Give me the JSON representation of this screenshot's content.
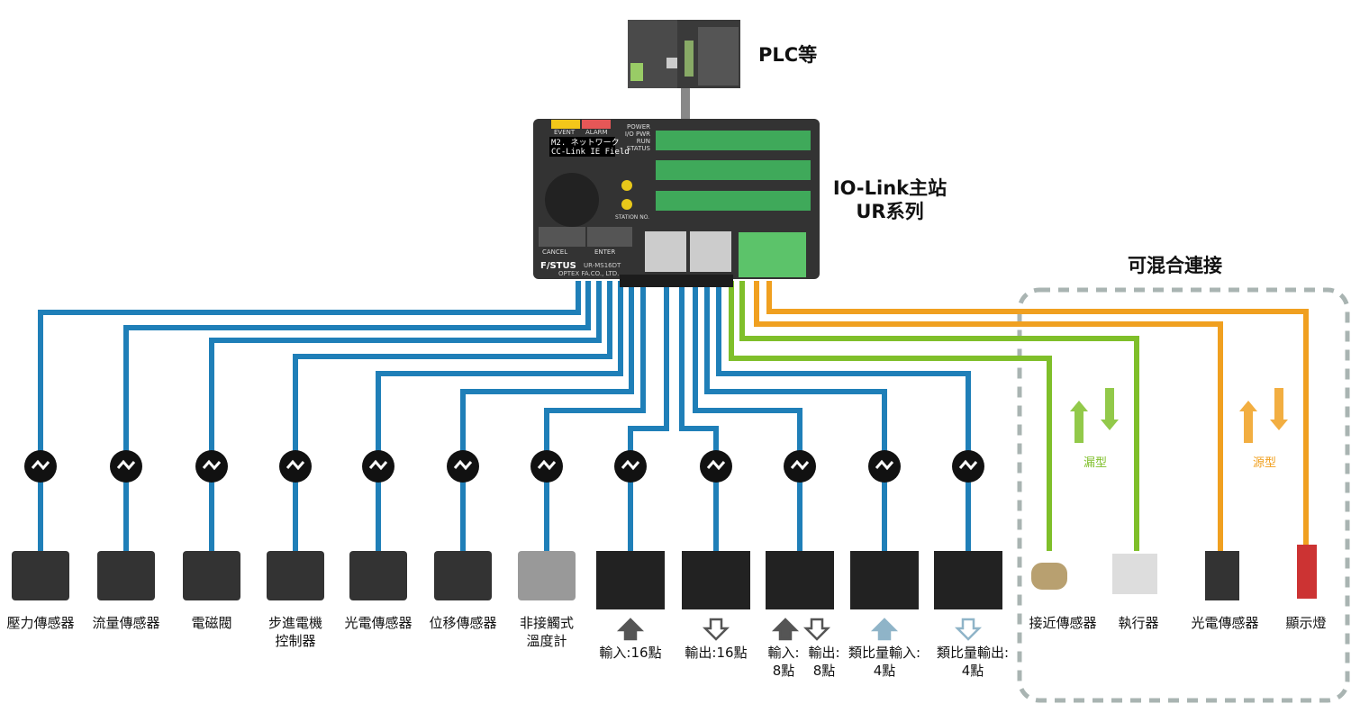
{
  "plc_label": "PLC等",
  "master": {
    "title": "IO-Link主站",
    "series": "UR系列",
    "display_line1": "M2. ネットワーク",
    "display_line2": "CC-Link IE Field",
    "brand": "F/STUS",
    "model": "UR-MS16DT",
    "maker": "OPTEX FA.CO., LTD.",
    "cancel": "CANCEL",
    "enter": "ENTER",
    "event": "EVENT",
    "alarm": "ALARM",
    "leds": [
      "POWER",
      "I/O PWR",
      "RUN",
      "STATUS"
    ],
    "station": "STATION NO."
  },
  "mixed_label": "可混合連接",
  "sink_label": "漏型",
  "source_label": "源型",
  "colors": {
    "blue": "#1f7fb8",
    "green": "#7fbf2a",
    "orange": "#f0a020",
    "dark_arrow": "#555555",
    "analog_arrow": "#8fb4c8",
    "dashed_box": "#a9b4b2"
  },
  "iolink_devices": [
    {
      "label": "壓力傳感器",
      "label2": ""
    },
    {
      "label": "流量傳感器",
      "label2": ""
    },
    {
      "label": "電磁閥",
      "label2": ""
    },
    {
      "label": "步進電機",
      "label2": "控制器"
    },
    {
      "label": "光電傳感器",
      "label2": ""
    },
    {
      "label": "位移傳感器",
      "label2": ""
    },
    {
      "label": "非接觸式",
      "label2": "溫度計"
    },
    {
      "label": "輸入:16點",
      "label2": ""
    },
    {
      "label": "輸出:16點",
      "label2": ""
    },
    {
      "label": "輸入:",
      "label2": "8點"
    },
    {
      "label": "輸出:",
      "label2": "8點"
    },
    {
      "label": "類比量輸入:",
      "label2": "4點"
    },
    {
      "label": "類比量輸出:",
      "label2": "4點"
    }
  ],
  "mixed_devices": [
    {
      "label": "接近傳感器"
    },
    {
      "label": "執行器"
    },
    {
      "label": "光電傳感器"
    },
    {
      "label": "顯示燈"
    }
  ]
}
